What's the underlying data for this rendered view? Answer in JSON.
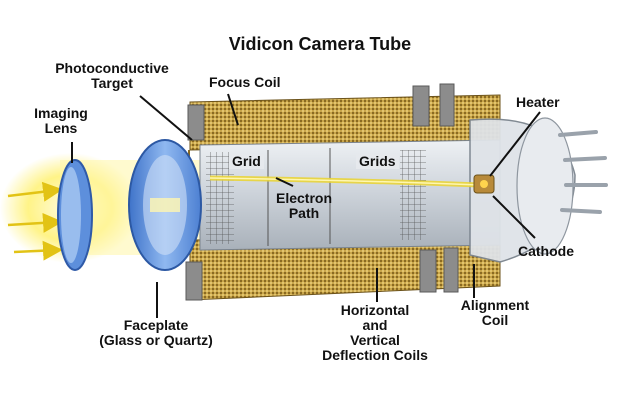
{
  "title": "Vidicon Camera Tube",
  "labels": {
    "photoconductive_target": "Photoconductive\nTarget",
    "focus_coil": "Focus Coil",
    "imaging_lens": "Imaging\nLens",
    "heater": "Heater",
    "grid": "Grid",
    "grids": "Grids",
    "electron_path": "Electron\nPath",
    "cathode": "Cathode",
    "faceplate": "Faceplate\n(Glass or Quartz)",
    "deflection_coils": "Horizontal\nand\nVertical\nDeflection Coils",
    "alignment_coil": "Alignment\nCoil"
  },
  "colors": {
    "coil_gold": "#c9a64a",
    "coil_dark": "#8a6a22",
    "faceplate_blue": "#6f9ee0",
    "light_yellow": "#fff27a",
    "arrow_yellow": "#e2c315",
    "tube_glass": "#d9dde2",
    "bracket_gray": "#8c8c8c"
  }
}
